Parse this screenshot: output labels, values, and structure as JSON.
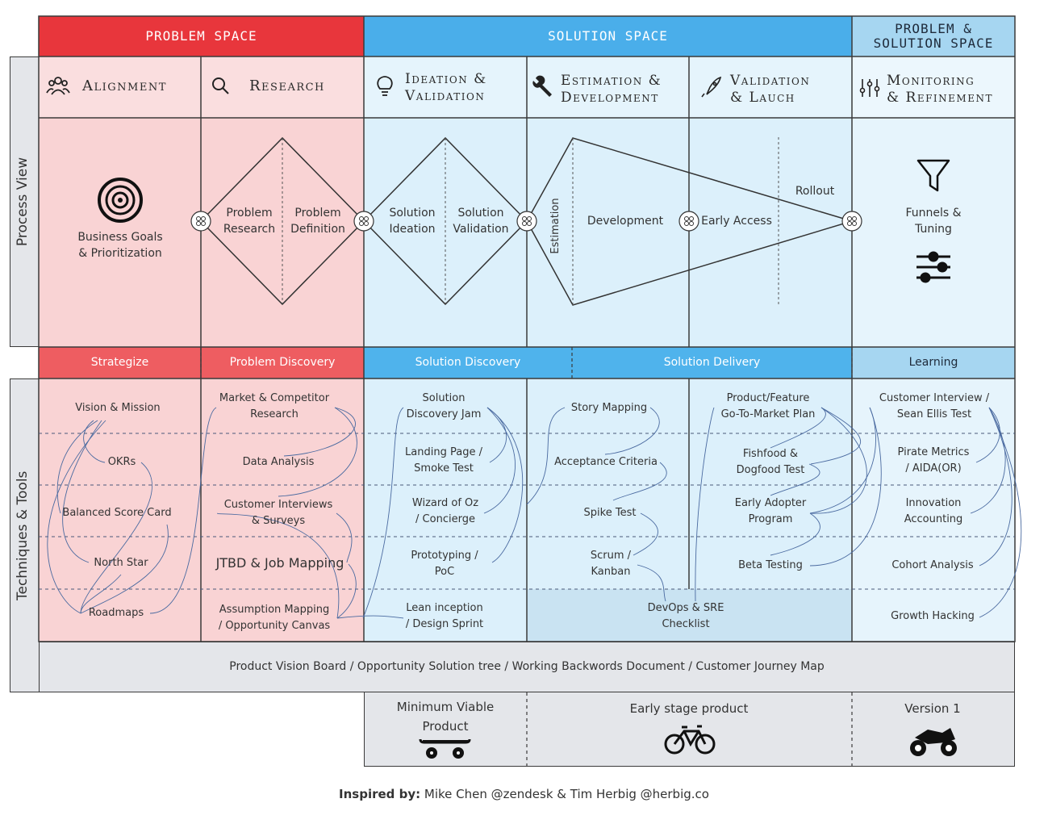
{
  "header": {
    "problem_space": "PROBLEM SPACE",
    "solution_space": "SOLUTION SPACE",
    "both_space_line1": "PROBLEM &",
    "both_space_line2": "SOLUTION SPACE"
  },
  "colors": {
    "problem": "#e8363c",
    "solution": "#4aaeea",
    "both": "#a6d6f1",
    "problem_fill": "#f9d3d4",
    "solution_fill": "#dcf0fb",
    "footer_fill": "#e4e6ea"
  },
  "side_labels": {
    "process": "Process View",
    "techniques": "Techniques & Tools"
  },
  "phases": [
    {
      "icon": "people-icon",
      "title": "Alignment"
    },
    {
      "icon": "search-icon",
      "title": "Research"
    },
    {
      "icon": "lightbulb-icon",
      "line1": "Ideation &",
      "line2": "Validation"
    },
    {
      "icon": "wrench-icon",
      "line1": "Estimation &",
      "line2": "Development"
    },
    {
      "icon": "rocket-icon",
      "line1": "Validation",
      "line2": "& Lauch"
    },
    {
      "icon": "sliders-icon",
      "line1": "Monitoring",
      "line2": "& Refinement"
    }
  ],
  "process": {
    "business_goals_line1": "Business Goals",
    "business_goals_line2": "& Prioritization",
    "problem_research_line1": "Problem",
    "problem_research_line2": "Research",
    "problem_definition_line1": "Problem",
    "problem_definition_line2": "Definition",
    "solution_ideation_line1": "Solution",
    "solution_ideation_line2": "Ideation",
    "solution_validation_line1": "Solution",
    "solution_validation_line2": "Validation",
    "estimation": "Estimation",
    "development": "Development",
    "early_access": "Early Access",
    "rollout": "Rollout",
    "funnels_line1": "Funnels &",
    "funnels_line2": "Tuning"
  },
  "strips": {
    "strategize": "Strategize",
    "problem_discovery": "Problem Discovery",
    "solution_discovery": "Solution Discovery",
    "solution_delivery": "Solution Delivery",
    "learning": "Learning"
  },
  "techniques": {
    "col1": [
      "Vision & Mission",
      "OKRs",
      "Balanced Score Card",
      "North Star",
      "Roadmaps"
    ],
    "col2": [
      {
        "l1": "Market & Competitor",
        "l2": "Research"
      },
      {
        "l1": "Data Analysis",
        "l2": ""
      },
      {
        "l1": "Customer Interviews",
        "l2": "& Surveys"
      },
      {
        "l1": "JTBD & Job Mapping",
        "l2": ""
      },
      {
        "l1": "Assumption Mapping",
        "l2": "/ Opportunity Canvas"
      }
    ],
    "col3": [
      {
        "l1": "Solution",
        "l2": "Discovery Jam"
      },
      {
        "l1": "Landing Page /",
        "l2": "Smoke Test"
      },
      {
        "l1": "Wizard of Oz",
        "l2": "/ Concierge"
      },
      {
        "l1": "Prototyping /",
        "l2": "PoC"
      },
      {
        "l1": "Lean inception",
        "l2": "/ Design Sprint"
      }
    ],
    "col4": [
      {
        "l1": "Story Mapping",
        "l2": ""
      },
      {
        "l1": "Acceptance Criteria",
        "l2": ""
      },
      {
        "l1": "Spike Test",
        "l2": ""
      },
      {
        "l1": "Scrum /",
        "l2": "Kanban"
      }
    ],
    "devops": {
      "l1": "DevOps & SRE",
      "l2": "Checklist"
    },
    "col5": [
      {
        "l1": "Product/Feature",
        "l2": "Go-To-Market Plan"
      },
      {
        "l1": "Fishfood &",
        "l2": "Dogfood Test"
      },
      {
        "l1": "Early Adopter",
        "l2": "Program"
      },
      {
        "l1": "Beta Testing",
        "l2": ""
      }
    ],
    "col6": [
      {
        "l1": "Customer Interview /",
        "l2": "Sean Ellis Test"
      },
      {
        "l1": "Pirate Metrics",
        "l2": "/ AIDA(OR)"
      },
      {
        "l1": "Innovation",
        "l2": "Accounting"
      },
      {
        "l1": "Cohort Analysis",
        "l2": ""
      },
      {
        "l1": "Growth Hacking",
        "l2": ""
      }
    ]
  },
  "footer_bar": "Product Vision Board / Opportunity Solution tree / Working Backwords Document / Customer Journey Map",
  "products": {
    "mvp_line1": "Minimum Viable",
    "mvp_line2": "Product",
    "early_stage": "Early stage product",
    "version1": "Version 1"
  },
  "credit": {
    "prefix": "Inspired by:",
    "text": "Mike Chen @zendesk & Tim Herbig @herbig.co"
  }
}
